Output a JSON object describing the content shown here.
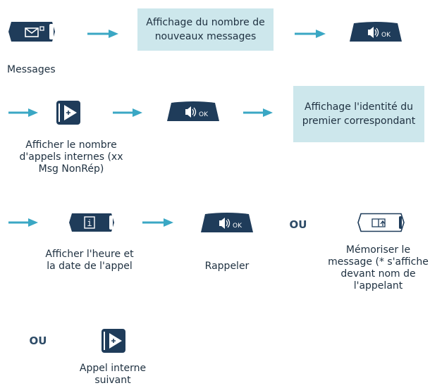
{
  "colors": {
    "key_dark": "#1f3c5a",
    "arrow": "#3aa7c4",
    "box": "#cde7ec",
    "ou": "#2c4a66"
  },
  "row1": {
    "key_icon": "envelope-icon",
    "info_box": "Affichage du nombre de nouveaux messages",
    "ok_key_label": "OK",
    "caption": "Messages"
  },
  "row2": {
    "key_icon": "play-plus-icon",
    "ok_key_label": "OK",
    "info_box": "Affichage l'identité du premier correspondant",
    "caption": "Afficher le nombre d'appels internes (xx Msg NonRép)"
  },
  "row3": {
    "key_icon": "info-icon",
    "key_symbol": "i",
    "ok_key_label": "OK",
    "ou": "OU",
    "caption_info": "Afficher l'heure et la date de l'appel",
    "caption_call": "Rappeler",
    "caption_memo": "Mémoriser le message (* s'affiche devant nom de l'appelant"
  },
  "row4": {
    "ou": "OU",
    "key_icon": "play-plus-icon",
    "caption": "Appel interne suivant"
  }
}
